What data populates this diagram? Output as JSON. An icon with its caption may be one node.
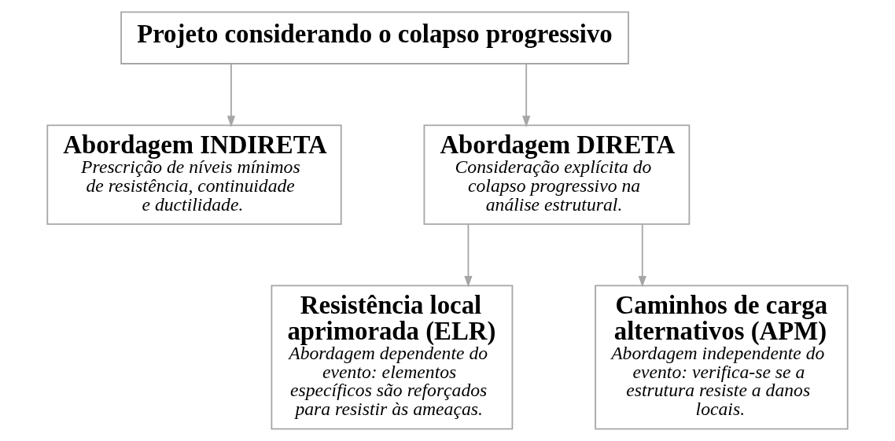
{
  "diagram": {
    "nodes": [
      {
        "text": [
          "Projeto considerando o colapso progressivo"
        ]
      },
      {
        "text": [
          "Abordagem INDIRETA",
          "Prescrição de níveis mínimos de resistência, continuidade e ductilidade."
        ]
      },
      {
        "text": [
          "Abordagem DIRETA",
          "Consideração explícita do colapso progressivo na análise estrutural."
        ]
      },
      {
        "text": [
          "Resistência local aprimorada (ELR)",
          "Abordagem dependente do evento: elementos específicos são reforçados para resistir às ameaças."
        ]
      },
      {
        "text": [
          "Caminhos de carga alternativos (APM)",
          "Abordagem independente do evento: verifica-se se a estrutura resiste a danos locais."
        ]
      }
    ],
    "edges": [
      {
        "from": 0,
        "to": 1,
        "arrow": "to"
      },
      {
        "from": 0,
        "to": 2,
        "arrow": "to"
      },
      {
        "from": 2,
        "to": 3,
        "arrow": "to"
      },
      {
        "from": 2,
        "to": 4,
        "arrow": "to"
      }
    ]
  }
}
